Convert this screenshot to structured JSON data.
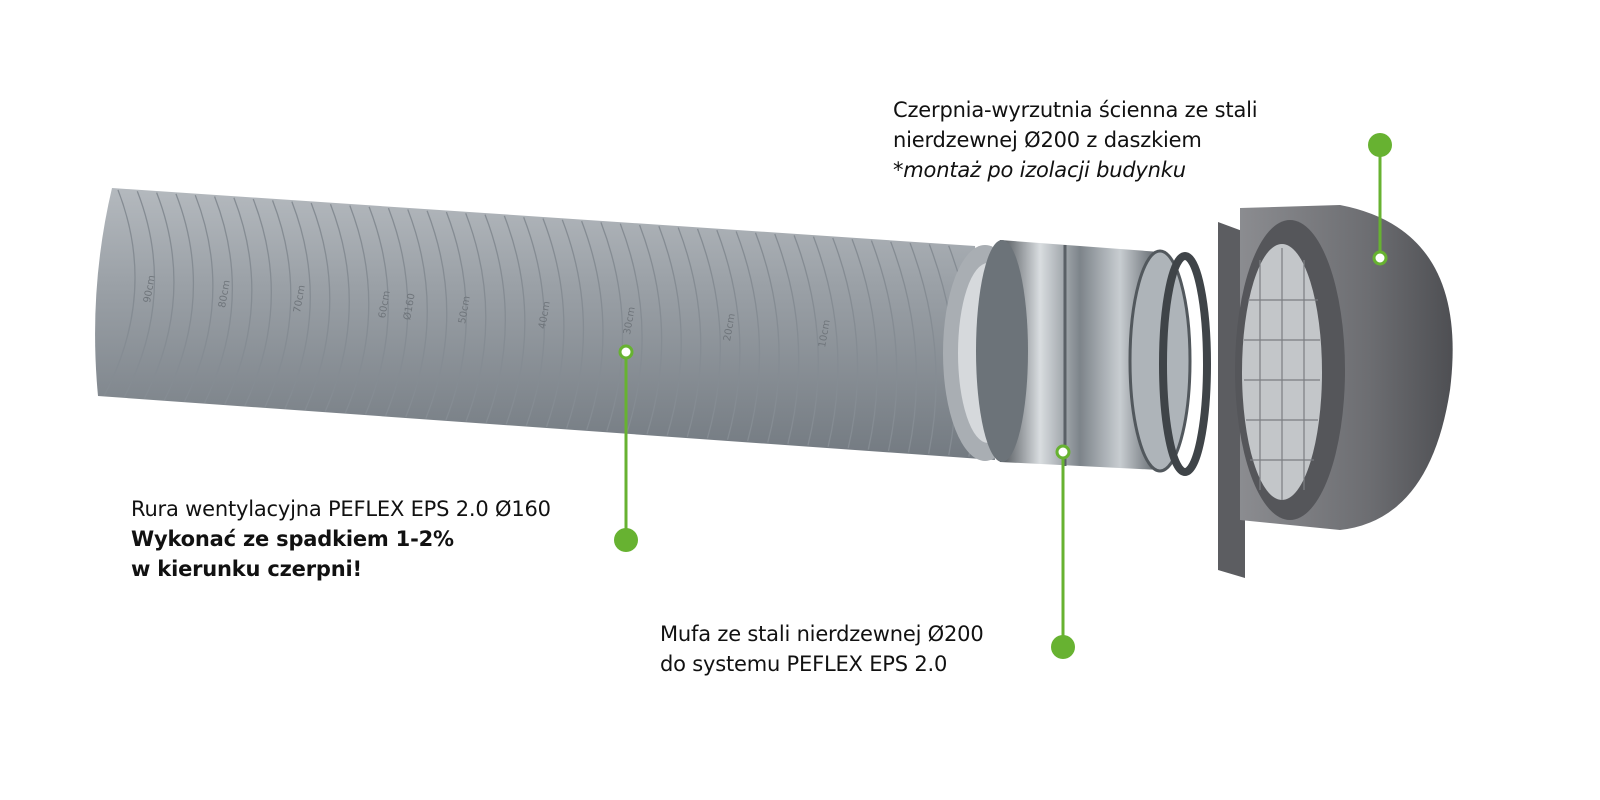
{
  "colors": {
    "accent": "#67b231",
    "pipe": "#8e959c",
    "steel": "#9aa3ab",
    "vent": "#6a6b70"
  },
  "callouts": {
    "vent": {
      "line1": "Czerpnia-wyrzutnia ścienna ze stali",
      "line2": "nierdzewnej Ø200 z daszkiem",
      "note": "*montaż po izolacji budynku"
    },
    "pipe": {
      "line1": "Rura wentylacyjna PEFLEX EPS 2.0 Ø160",
      "bold1": "Wykonać ze spadkiem 1-2%",
      "bold2": "w kierunku czerpni!"
    },
    "mufa": {
      "line1": "Mufa ze stali nierdzewnej Ø200",
      "line2": "do systemu PEFLEX EPS 2.0"
    }
  },
  "pipe_markings": [
    "90cm",
    "80cm",
    "70cm",
    "60cm",
    "Ø160",
    "50cm",
    "40cm",
    "30cm",
    "20cm",
    "10cm"
  ]
}
